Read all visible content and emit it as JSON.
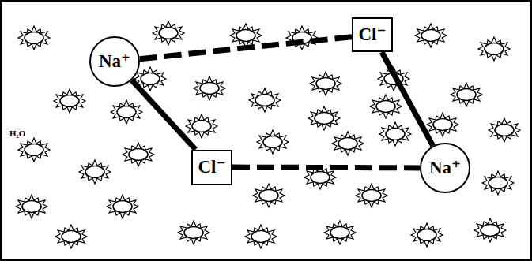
{
  "diagram": {
    "nodes": [
      {
        "text": [
          "Na⁺"
        ]
      },
      {
        "text": [
          "Cl⁻"
        ]
      },
      {
        "text": [
          "Cl⁻"
        ]
      },
      {
        "text": [
          "Na⁺"
        ]
      }
    ],
    "edges": [
      {
        "from": 0,
        "to": 1,
        "arrow": "none"
      },
      {
        "from": 0,
        "to": 2,
        "arrow": "none"
      },
      {
        "from": 2,
        "to": 3,
        "arrow": "none"
      },
      {
        "from": 1,
        "to": 3,
        "arrow": "none"
      }
    ],
    "labels": [
      "H₂O"
    ]
  }
}
